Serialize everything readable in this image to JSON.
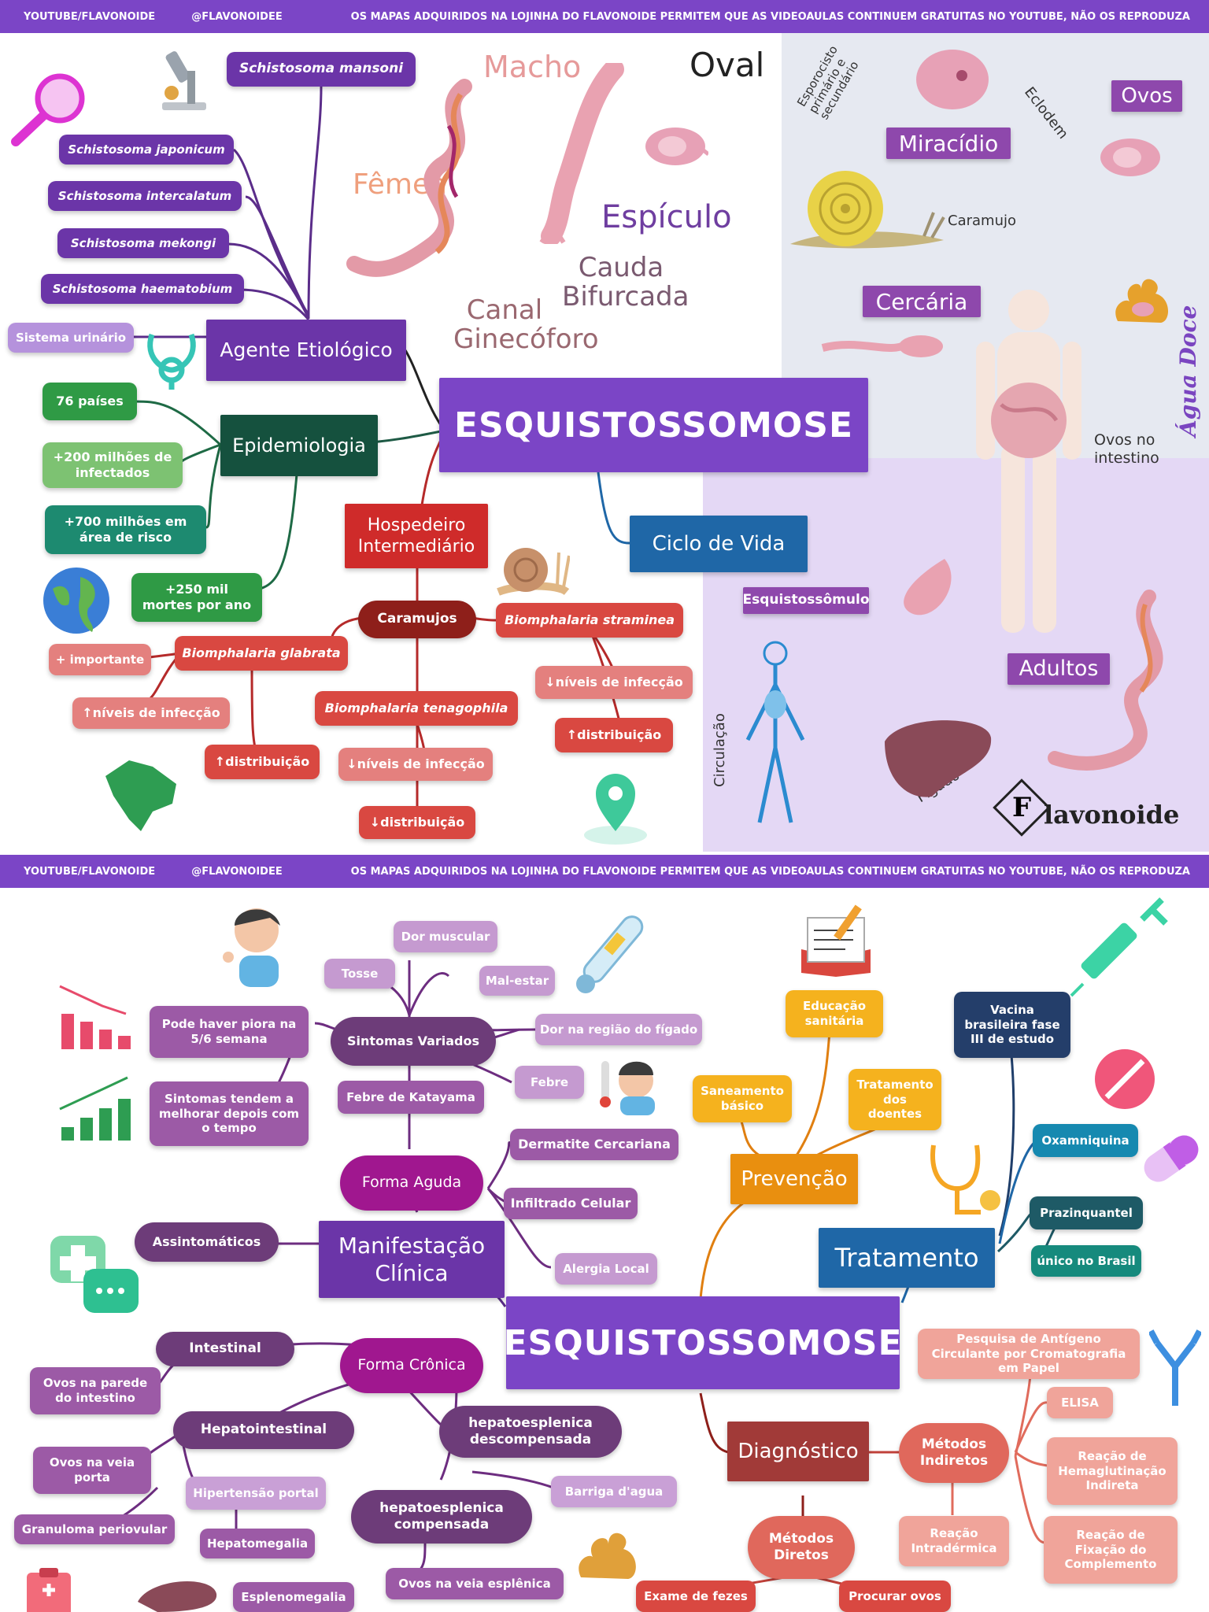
{
  "banner": {
    "channel": "YOUTUBE/FLAVONOIDE",
    "handle": "@FLAVONOIDEE",
    "notice": "OS MAPAS ADQUIRIDOS NA LOJINHA DO FLAVONOIDE PERMITEM QUE AS VIDEOAULAS CONTINUEM GRATUITAS NO YOUTUBE, NÃO OS REPRODUZA"
  },
  "map1": {
    "title": "ESQUISTOSSOMOSE",
    "agent": {
      "label": "Agente Etiológico",
      "species": [
        "Schistosoma mansoni",
        "Schistosoma japonicum",
        "Schistosoma intercalatum",
        "Schistosoma mekongi",
        "Schistosoma haematobium"
      ],
      "urinary": "Sistema urinário",
      "worm_labels": {
        "male": "Macho",
        "female": "Fêmea",
        "canal": "Canal Ginecóforo",
        "tail": "Cauda Bifurcada",
        "egg": "Oval",
        "spicule": "Espículo"
      }
    },
    "epi": {
      "label": "Epidemiologia",
      "items": [
        "76 países",
        "+200 milhões de infectados",
        "+700 milhões em área de risco",
        "+250 mil mortes por ano"
      ]
    },
    "host": {
      "label": "Hospedeiro Intermediário",
      "snails": "Caramujos",
      "glabrata": "Biomphalaria glabrata",
      "straminea": "Biomphalaria straminea",
      "tenagophila": "Biomphalaria tenagophila",
      "important": "+ importante",
      "levels_up": "↑níveis de infecção",
      "dist_up": "↑distribuição",
      "levels_down": "↓níveis de infecção",
      "dist_down": "↓distribuição"
    },
    "cycle": {
      "label": "Ciclo de Vida",
      "ovos": "Ovos",
      "miracidio": "Miracídio",
      "cercaria": "Cercária",
      "esquistossomulo": "Esquistossômulo",
      "adultos": "Adultos",
      "eclodem": "Eclodem",
      "esporocisto": "Esporocisto primário e secundário",
      "caramujo": "Caramujo",
      "ovos_intestino": "Ovos no intestino",
      "agua_doce": "Água Doce",
      "circulacao": "Circulação",
      "figado": "Fígado"
    },
    "brand": "lavonoide",
    "brand_mark": "F"
  },
  "map2": {
    "title": "ESQUISTOSSOMOSE",
    "manifest": {
      "label": "Manifestação Clínica",
      "assint": "Assintomáticos",
      "aguda": "Forma Aguda",
      "cronica": "Forma Crônica",
      "sintomas": "Sintomas Variados",
      "dor_muscular": "Dor muscular",
      "tosse": "Tosse",
      "mal_estar": "Mal-estar",
      "dor_figado": "Dor na região do fígado",
      "febre": "Febre",
      "katayama": "Febre de Katayama",
      "piora": "Pode haver piora na 5/6 semana",
      "melhora": "Sintomas tendem a melhorar depois com o tempo",
      "dermatite": "Dermatite Cercariana",
      "infiltrado": "Infiltrado Celular",
      "alergia": "Alergia Local",
      "intestinal": "Intestinal",
      "ovos_parede": "Ovos na parede do intestino",
      "hepatoint": "Hepatointestinal",
      "ovos_veia": "Ovos na veia porta",
      "hipertensao": "Hipertensão portal",
      "granuloma": "Granuloma periovular",
      "hepatomegalia": "Hepatomegalia",
      "descomp": "hepatoesplenica descompensada",
      "barriga": "Barriga d'agua",
      "comp": "hepatoesplenica compensada",
      "ovos_esplenica": "Ovos na veia esplênica",
      "esplenomegalia": "Esplenomegalia"
    },
    "prev": {
      "label": "Prevenção",
      "educacao": "Educação sanitária",
      "saneamento": "Saneamento básico",
      "tratamento_doentes": "Tratamento dos doentes"
    },
    "trat": {
      "label": "Tratamento",
      "vacina": "Vacina brasileira fase III de estudo",
      "oxamniquina": "Oxamniquina",
      "praziquantel": "Prazinquantel",
      "unico": "único no Brasil"
    },
    "diag": {
      "label": "Diagnóstico",
      "indiretos": "Métodos Indiretos",
      "diretos": "Métodos Diretos",
      "antigeno": "Pesquisa de Antígeno Circulante por Cromatografia em Papel",
      "elisa": "ELISA",
      "hemag": "Reação de Hemaglutinação Indireta",
      "intradermica": "Reação Intradérmica",
      "fixacao": "Reação de Fixação do Complemento",
      "fezes": "Exame de fezes",
      "procurar": "Procurar ovos"
    }
  },
  "colors": {
    "purple": "#7b45c6",
    "snail": "#d9c13a",
    "worm": "#e39aa7",
    "liver": "#8a4a58"
  },
  "icons": [
    "microscope-icon",
    "magnifier-icon",
    "globe-icon",
    "brazil-map-icon",
    "location-pin-icon",
    "snail-icon",
    "human-body-icon",
    "circulatory-system-icon",
    "liver-icon",
    "cough-person-icon",
    "thermometer-icon",
    "fever-person-icon",
    "chart-down-icon",
    "chart-up-icon",
    "health-chat-icon",
    "notebook-icon",
    "syringe-icon",
    "pill-icon",
    "capsule-icon",
    "stethoscope-icon",
    "antibody-icon",
    "stool-icon",
    "clipboard-icon"
  ]
}
